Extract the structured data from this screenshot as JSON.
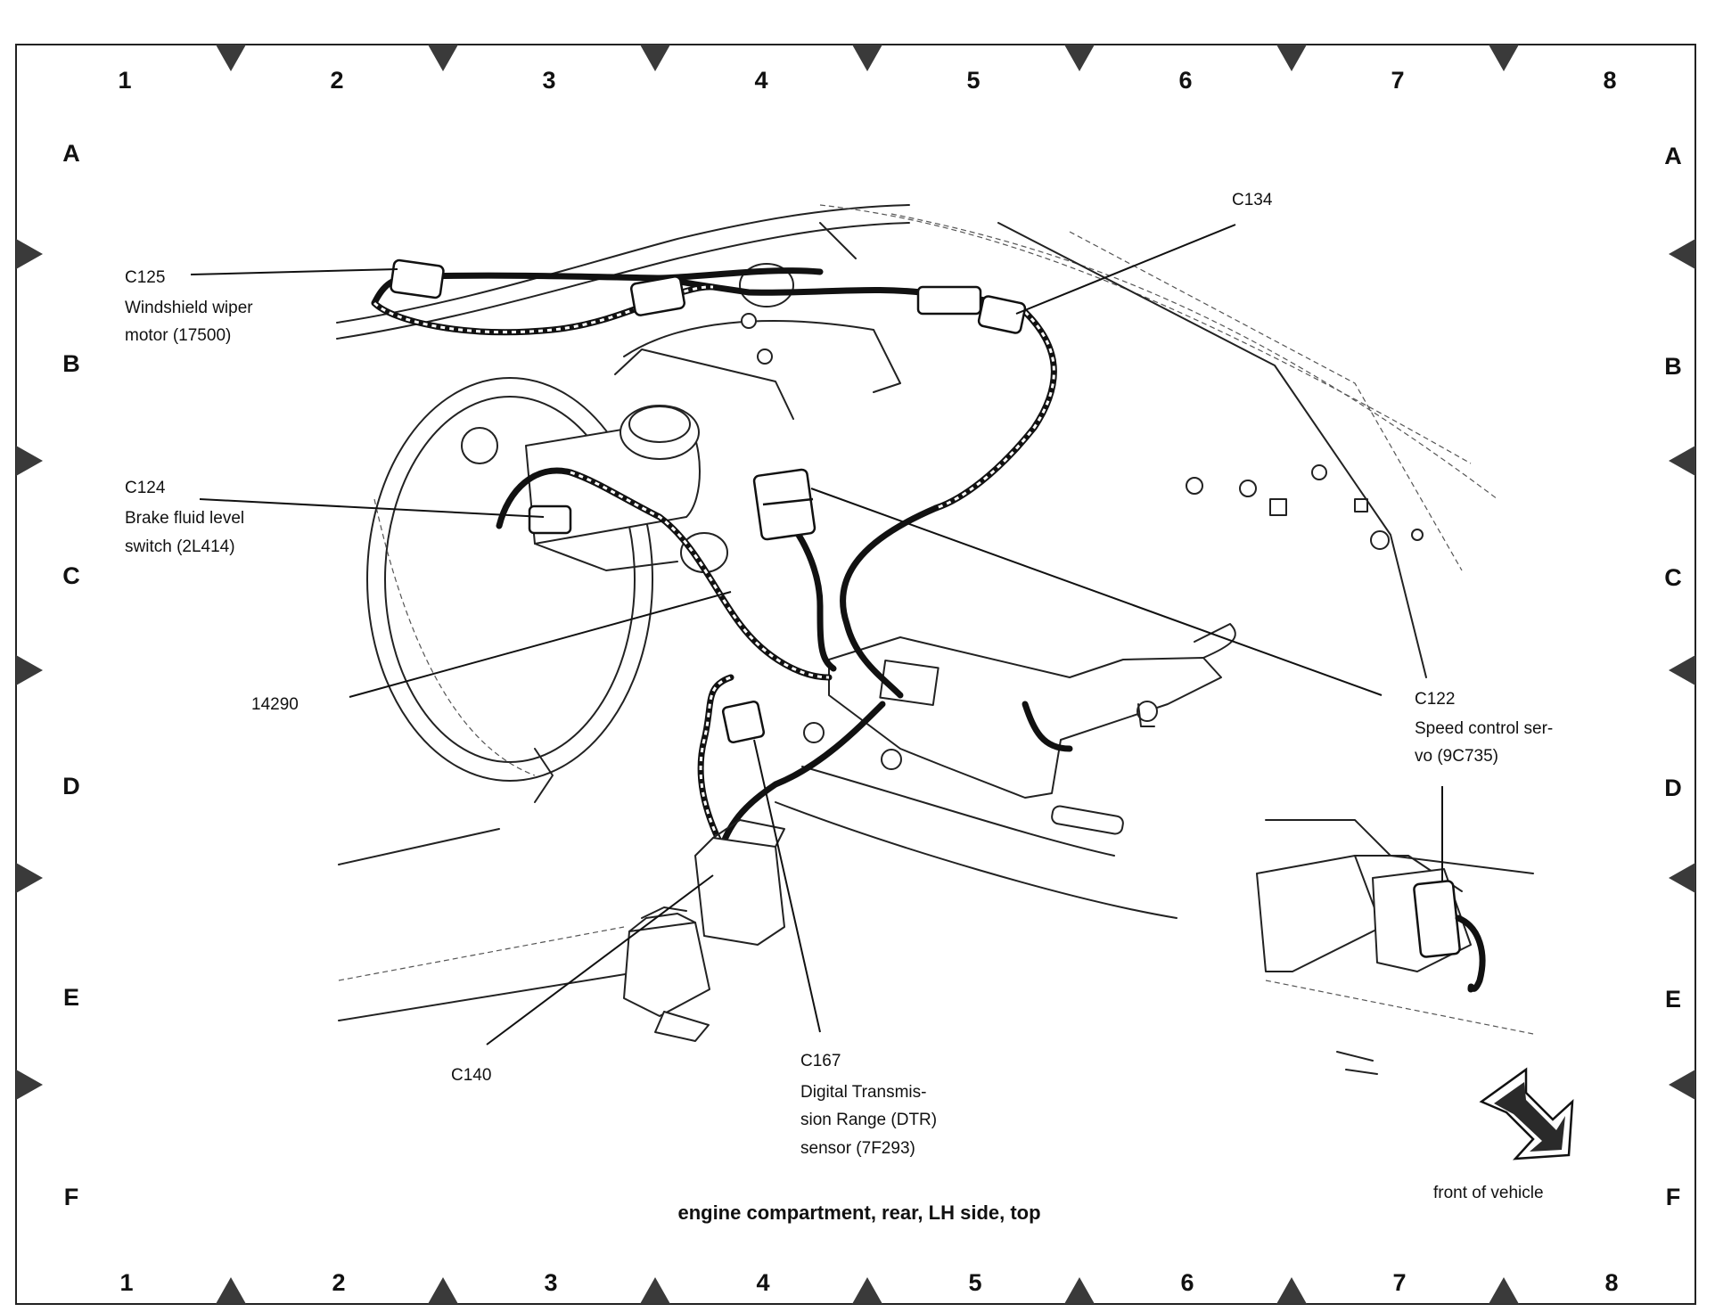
{
  "grid": {
    "columns": [
      "1",
      "2",
      "3",
      "4",
      "5",
      "6",
      "7",
      "8"
    ],
    "rows": [
      "A",
      "B",
      "C",
      "D",
      "E",
      "F"
    ]
  },
  "callouts": {
    "c125": {
      "id": "C125",
      "line1": "Windshield wiper",
      "line2": "motor (17500)"
    },
    "c124": {
      "id": "C124",
      "line1": "Brake fluid level",
      "line2": "switch (2L414)"
    },
    "c134": {
      "id": "C134"
    },
    "part_14290": {
      "id": "14290"
    },
    "c122": {
      "id": "C122",
      "line1": "Speed control ser-",
      "line2": "vo (9C735)"
    },
    "c140": {
      "id": "C140"
    },
    "c167": {
      "id": "C167",
      "line1": "Digital Transmis-",
      "line2": "sion Range (DTR)",
      "line3": "sensor (7F293)"
    }
  },
  "caption": "engine compartment, rear, LH side, top",
  "orientation": {
    "label": "front of vehicle",
    "icon": "direction-arrow-icon"
  }
}
